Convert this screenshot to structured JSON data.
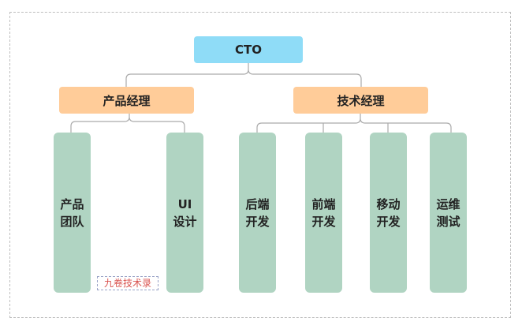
{
  "diagram": {
    "root": {
      "label": "CTO"
    },
    "managers": [
      {
        "label": "产品经理"
      },
      {
        "label": "技术经理"
      }
    ],
    "teams": [
      {
        "label": "产品\n团队"
      },
      {
        "label": "UI\n设计"
      },
      {
        "label": "后端\n开发"
      },
      {
        "label": "前端\n开发"
      },
      {
        "label": "移动\n开发"
      },
      {
        "label": "运维\n测试"
      }
    ],
    "colors": {
      "root": "#8fdcf7",
      "manager": "#ffcc99",
      "team": "#b0d4c2",
      "connector": "#aaaaaa"
    }
  },
  "watermark": {
    "text": "九卷技术录"
  }
}
